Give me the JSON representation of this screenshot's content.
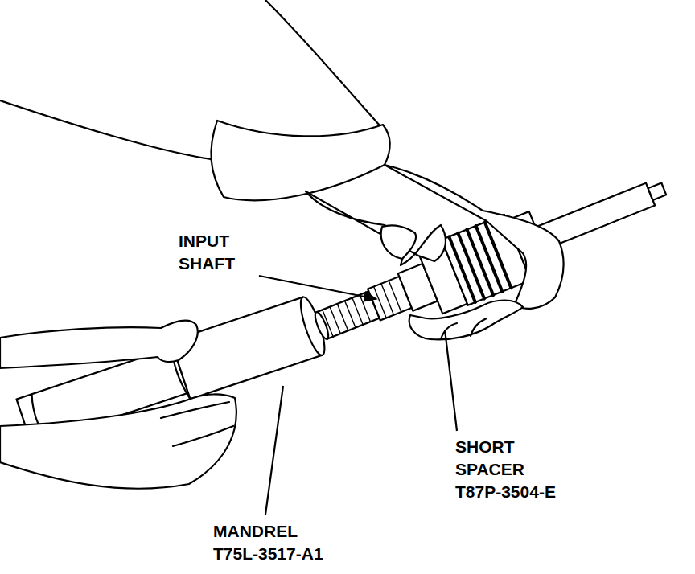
{
  "diagram": {
    "labels": [
      "INPUT SHAFT",
      "SHORT SPACER",
      "T87P-3504-E",
      "MANDREL",
      "T75L-3517-A1"
    ]
  }
}
